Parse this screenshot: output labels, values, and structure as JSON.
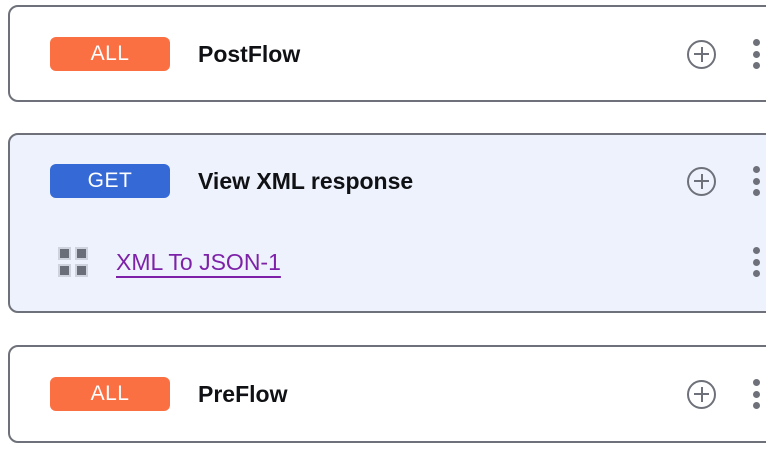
{
  "flows": [
    {
      "id": "postflow",
      "selected": false,
      "method": "ALL",
      "method_color": "#fb7043",
      "title": "PostFlow",
      "add_icon": "plus-circle-icon",
      "menu_icon": "kebab-menu-icon",
      "children": []
    },
    {
      "id": "viewxml",
      "selected": true,
      "method": "GET",
      "method_color": "#3569d6",
      "title": "View XML response",
      "add_icon": "plus-circle-icon",
      "menu_icon": "kebab-menu-icon",
      "children": [
        {
          "id": "xml-to-json-1",
          "icon": "policy-grid-icon",
          "label": "XML To JSON-1",
          "link_color": "#7d22a8",
          "menu_icon": "kebab-menu-icon"
        }
      ]
    },
    {
      "id": "preflow",
      "selected": false,
      "method": "ALL",
      "method_color": "#fb7043",
      "title": "PreFlow",
      "add_icon": "plus-circle-icon",
      "menu_icon": "kebab-menu-icon",
      "children": []
    }
  ],
  "theme": {
    "card_border": "#6e7179",
    "card_background": "#ffffff",
    "card_background_selected": "#edf2fc",
    "icon_gray": "#6e7179",
    "title_color": "#101114"
  }
}
